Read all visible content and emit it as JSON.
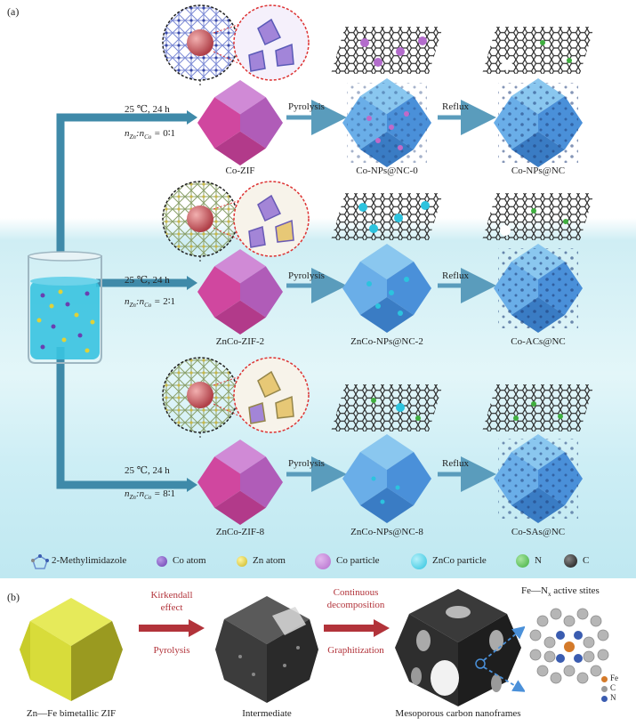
{
  "panel_a": {
    "label": "(a)",
    "rows": [
      {
        "condition": "25 ℃, 24 h",
        "ratio_value": "0∶1",
        "zif": "Co-ZIF",
        "np": "Co-NPs@NC-0",
        "product": "Co-NPs@NC"
      },
      {
        "condition": "25 ℃, 24 h",
        "ratio_value": "2∶1",
        "zif": "ZnCo-ZIF-2",
        "np": "ZnCo-NPs@NC-2",
        "product": "Co-ACs@NC"
      },
      {
        "condition": "25 ℃, 24 h",
        "ratio_value": "8∶1",
        "zif": "ZnCo-ZIF-8",
        "np": "ZnCo-NPs@NC-8",
        "product": "Co-SAs@NC"
      }
    ],
    "ratio_parts": {
      "n": "n",
      "zn": "Zn",
      "co": "Co"
    },
    "step_pyrolysis": "Pyrolysis",
    "step_reflux": "Reflux",
    "legend": {
      "items": [
        {
          "label": "2-Methylimidazole",
          "color": "#6a8fd0",
          "icon": "imidazole-icon"
        },
        {
          "label": "Co atom",
          "color": "#6a3fb0",
          "icon": "co-atom-icon"
        },
        {
          "label": "Zn atom",
          "color": "#e0d238",
          "icon": "zn-atom-icon"
        },
        {
          "label": "Co particle",
          "color": "#b36ccc",
          "icon": "co-particle-icon"
        },
        {
          "label": "ZnCo particle",
          "color": "#2cc3de",
          "icon": "znco-particle-icon"
        },
        {
          "label": "N",
          "color": "#3fae3f",
          "icon": "n-atom-icon"
        },
        {
          "label": "C",
          "color": "#222222",
          "icon": "c-atom-icon"
        }
      ]
    }
  },
  "panel_b": {
    "label": "(b)",
    "stage1": "Zn—Fe bimetallic ZIF",
    "stage2": "Intermediate",
    "stage3": "Mesoporous carbon nanoframes",
    "arrow1_top_line1": "Kirkendall",
    "arrow1_top_line2": "effect",
    "arrow1_bottom": "Pyrolysis",
    "arrow2_top_line1": "Continuous",
    "arrow2_top_line2": "decomposition",
    "arrow2_bottom": "Graphitization",
    "site_title_prefix": "Fe—N",
    "site_title_sub": "x",
    "site_title_suffix": " active stites",
    "site_legend": [
      {
        "label": "Fe",
        "color": "#d47a2a"
      },
      {
        "label": "C",
        "color": "#9a9a9a"
      },
      {
        "label": "N",
        "color": "#3a5cb0"
      }
    ]
  }
}
